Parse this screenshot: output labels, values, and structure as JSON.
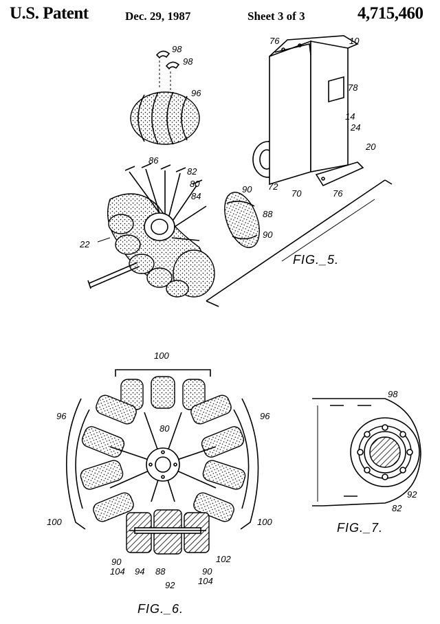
{
  "header": {
    "patent": "U.S. Patent",
    "date": "Dec. 29, 1987",
    "sheet": "Sheet 3 of 3",
    "number": "4,715,460"
  },
  "figures": {
    "fig5": {
      "caption": "FIG._5.",
      "labels": {
        "l98a": "98",
        "l98b": "98",
        "l96": "96",
        "l86": "86",
        "l82": "82",
        "l80": "80",
        "l84": "84",
        "l22": "22",
        "l90a": "90",
        "l88": "88",
        "l90b": "90",
        "l72": "72",
        "l70": "70",
        "l76a": "76",
        "l76b": "76",
        "l10": "10",
        "l78": "78",
        "l14": "14",
        "l24": "24",
        "l20": "20"
      }
    },
    "fig6": {
      "caption": "FIG._6.",
      "labels": {
        "l100a": "100",
        "l96a": "96",
        "l96b": "96",
        "l80": "80",
        "l100b": "100",
        "l100c": "100",
        "l90a": "90",
        "l104a": "104",
        "l94": "94",
        "l88": "88",
        "l92": "92",
        "l90b": "90",
        "l104b": "104",
        "l102": "102"
      }
    },
    "fig7": {
      "caption": "FIG._7.",
      "labels": {
        "l98": "98",
        "l92": "92",
        "l82": "82"
      }
    }
  }
}
